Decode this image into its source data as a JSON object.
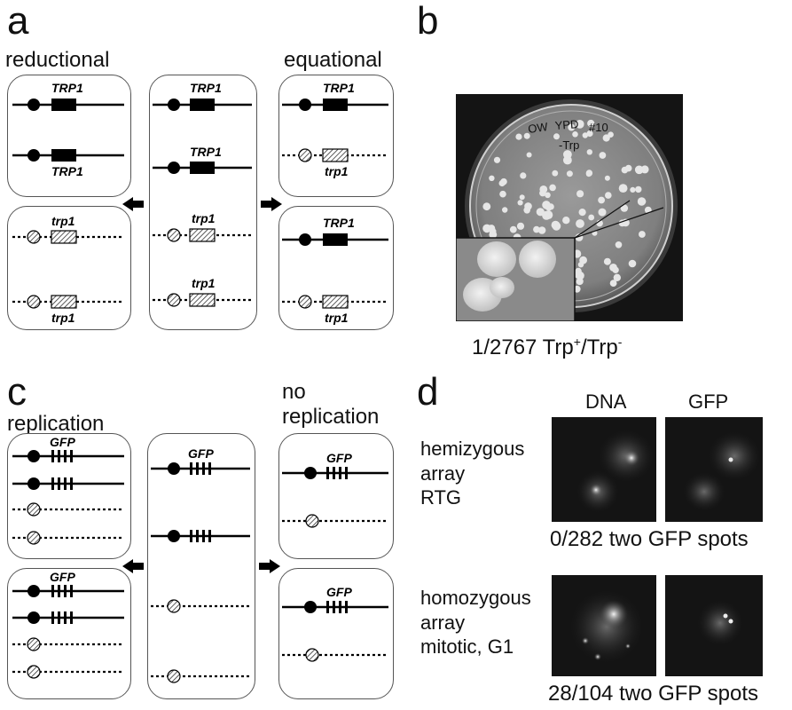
{
  "panel_a": {
    "letter": "a",
    "left_label": "reductional",
    "right_label": "equational",
    "wt_gene": "TRP1",
    "mut_gene": "trp1"
  },
  "panel_b": {
    "letter": "b",
    "plate_handwriting": [
      "OW",
      "YPD",
      "#10",
      "-Trp"
    ],
    "ratio_prefix": "1/2767 Trp",
    "ratio_sup1": "+",
    "ratio_mid": "/Trp",
    "ratio_sup2": "-"
  },
  "panel_c": {
    "letter": "c",
    "left_label": "replication",
    "right_label_line1": "no",
    "right_label_line2": "replication",
    "gene": "GFP"
  },
  "panel_d": {
    "letter": "d",
    "col1": "DNA",
    "col2": "GFP",
    "row1_caption": "hemizygous\narray\nRTG",
    "row1_count": "0/282 two GFP spots",
    "row2_caption": "homozygous\narray\nmitotic, G1",
    "row2_count": "28/104 two GFP spots"
  }
}
